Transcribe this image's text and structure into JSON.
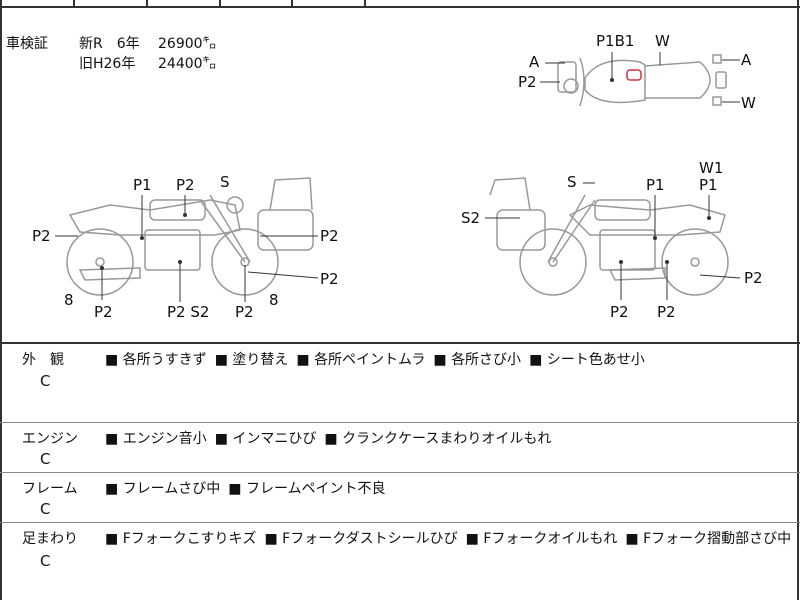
{
  "inspection": {
    "label": "車検証",
    "rows": [
      {
        "era": "新R　6年",
        "mileage": "26900㌔"
      },
      {
        "era": "旧H26年",
        "mileage": "24400㌔"
      }
    ]
  },
  "diagram_labels": {
    "top_view": [
      "P1B1",
      "W",
      "A",
      "P2",
      "A",
      "W"
    ],
    "left_view": [
      "P1",
      "P2",
      "S",
      "P2",
      "P2",
      "P2",
      "8",
      "P2",
      "P2 S2",
      "P2",
      "8"
    ],
    "right_view": [
      "S",
      "P1",
      "W1",
      "P1",
      "S2",
      "P2",
      "P2",
      "P2"
    ]
  },
  "colors": {
    "mark_red": "#cc3344",
    "line": "#333333",
    "drawing": "#999999"
  },
  "sections": [
    {
      "category": "外　観",
      "grade": "C",
      "items": [
        "各所うすきず",
        "塗り替え",
        "各所ペイントムラ",
        "各所さび小",
        "シート色あせ小"
      ]
    },
    {
      "category": "エンジン",
      "grade": "C",
      "items": [
        "エンジン音小",
        "インマニひび",
        "クランクケースまわりオイルもれ"
      ]
    },
    {
      "category": "フレーム",
      "grade": "C",
      "items": [
        "フレームさび中",
        "フレームペイント不良"
      ]
    },
    {
      "category": "足まわり",
      "grade": "C",
      "items": [
        "Fフォークこすりキズ",
        "Fフォークダストシールひび",
        "Fフォークオイルもれ",
        "Fフォーク摺動部さび中"
      ]
    }
  ]
}
